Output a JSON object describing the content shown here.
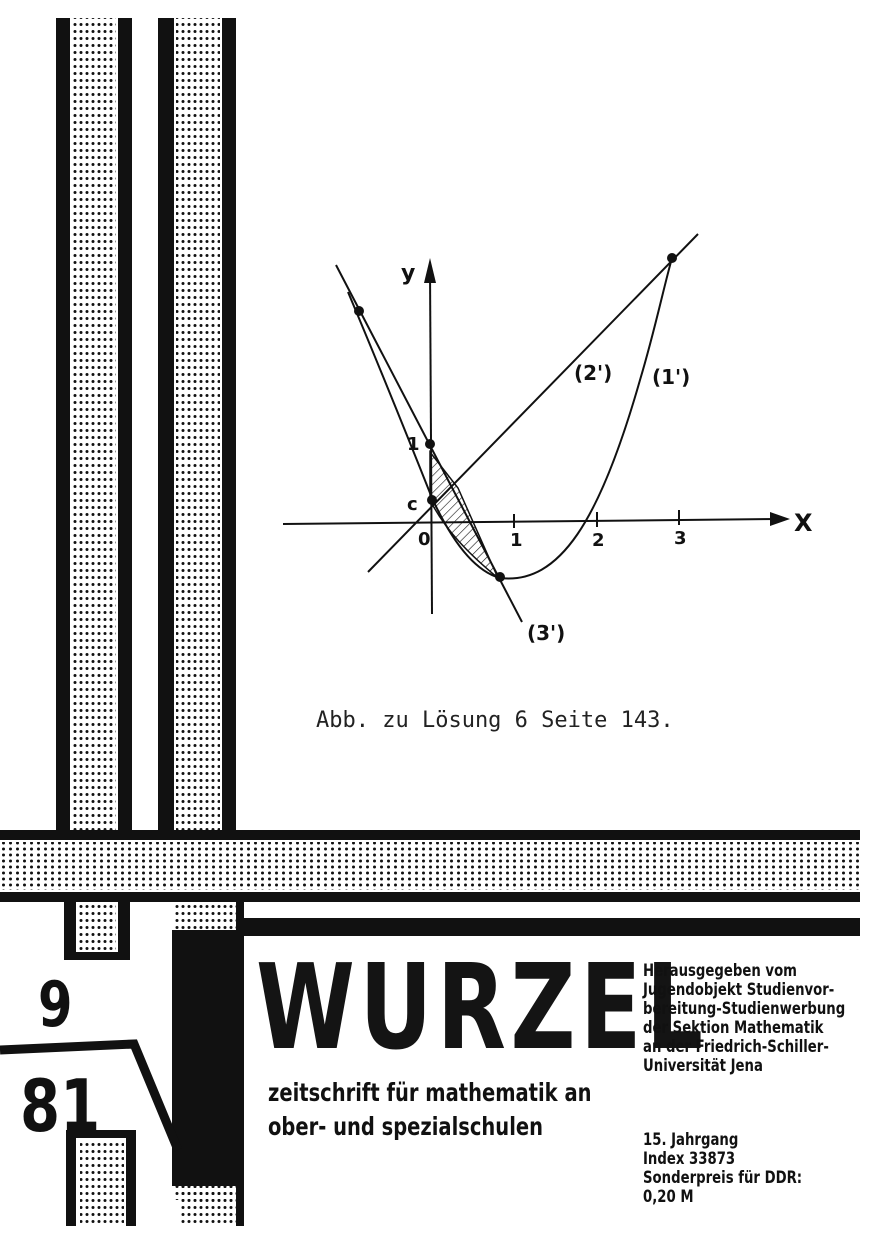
{
  "cover": {
    "issue_number": "9",
    "issue_year": "81",
    "title": "WURZEL",
    "subtitle_line1": "zeitschrift für mathematik an",
    "subtitle_line2": "ober- und spezialschulen"
  },
  "publisher": {
    "lines": [
      "Herausgegeben vom",
      "Jugendobjekt Studienvor-",
      "bereitung-Studienwerbung",
      "der Sektion Mathematik",
      "an der Friedrich-Schiller-",
      "Universität Jena"
    ],
    "volume": "15. Jahrgang",
    "index": "Index 33873",
    "price_label": "Sonderpreis für DDR:",
    "price_value": "0,20 M"
  },
  "figure": {
    "caption": "Abb. zu Lösung 6 Seite 143.",
    "axis_x_label": "X",
    "axis_y_label": "y",
    "tick_labels": [
      "0",
      "1",
      "2",
      "3"
    ],
    "y_tick_label": "1",
    "point_c_label": "c",
    "curve_labels": [
      "(2')",
      "(1')",
      "(3')"
    ]
  },
  "colors": {
    "ink": "#111111",
    "paper": "#ffffff"
  }
}
